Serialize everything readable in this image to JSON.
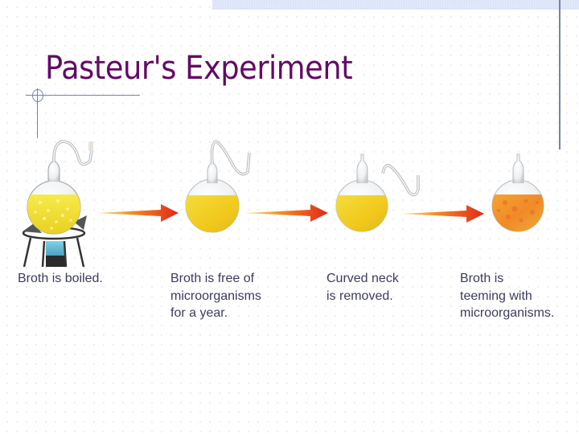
{
  "slide": {
    "title": "Pasteur's Experiment",
    "colors": {
      "title": "#640a64",
      "caption_text": "#3c3c5e",
      "accent_rule": "#7682a8",
      "top_band": "#e2e8fb",
      "broth_yellow": "#f2d21c",
      "broth_spoiled": "#f09a2a",
      "arrow_start": "#f5b82e",
      "arrow_end": "#e2261a",
      "burner_flame": "#3aa0c0"
    }
  },
  "steps": [
    {
      "icon": "boiling-flask-on-burner-icon",
      "caption_lines": [
        "Broth is boiled."
      ]
    },
    {
      "icon": "swan-neck-flask-icon",
      "caption_lines": [
        "Broth is free of",
        "microorganisms",
        "for a year."
      ]
    },
    {
      "icon": "flask-neck-removed-icon",
      "caption_lines": [
        "Curved neck",
        "is removed."
      ]
    },
    {
      "icon": "contaminated-flask-icon",
      "caption_lines": [
        "Broth is",
        "teeming with",
        "microorganisms."
      ]
    }
  ],
  "arrows": [
    "arrow-right-icon",
    "arrow-right-icon",
    "arrow-right-icon"
  ]
}
